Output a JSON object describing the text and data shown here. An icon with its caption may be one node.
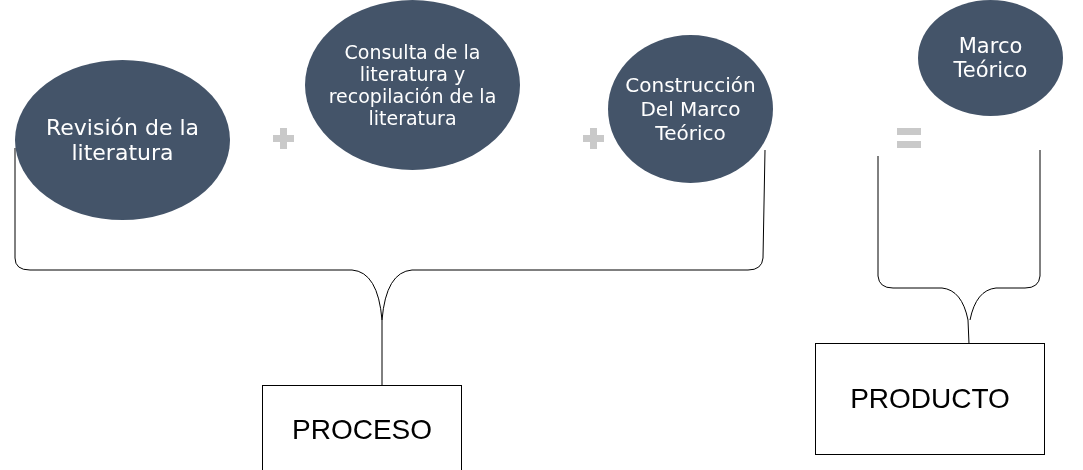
{
  "diagram": {
    "nodes": [
      {
        "text": [
          "Revisión de la literatura"
        ]
      },
      {
        "text": [
          "Consulta de la literatura y recopilación de la literatura"
        ]
      },
      {
        "text": [
          "Construcción Del Marco Teórico"
        ]
      },
      {
        "text": [
          "Marco Teórico"
        ]
      },
      {
        "text": [
          "PROCESO"
        ]
      },
      {
        "text": [
          "PRODUCTO"
        ]
      }
    ]
  }
}
